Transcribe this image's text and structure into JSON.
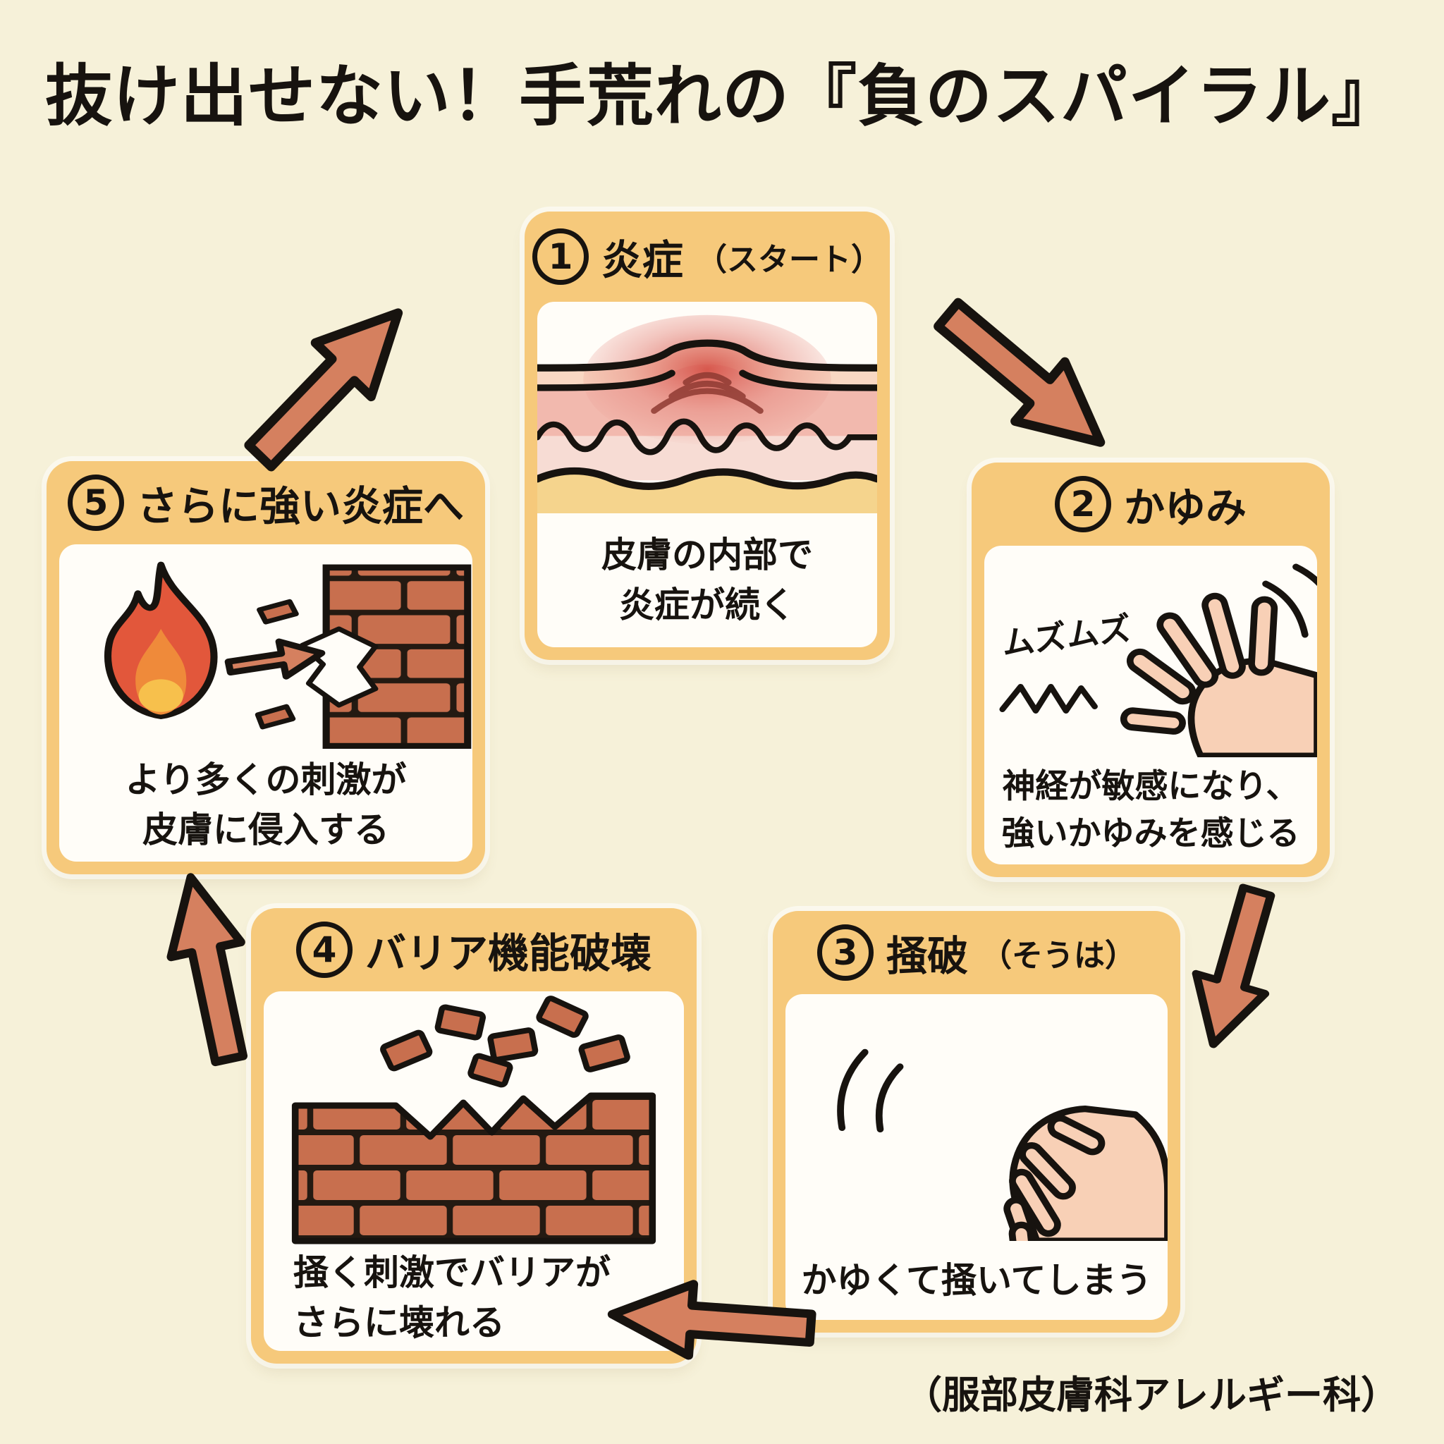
{
  "page": {
    "title": "抜け出せない！手荒れの『負のスパイラル』",
    "credit": "（服部皮膚科アレルギー科）"
  },
  "colors": {
    "background": "#f6f1d9",
    "card_accent": "#f6c97b",
    "card_body": "#fffdf8",
    "text": "#17130f",
    "arrow_fill": "#d5805f",
    "brick": "#c86f4e",
    "flame_outer": "#e2573b",
    "flame_mid": "#ef8a3a",
    "flame_core": "#f7c04c",
    "inflamed_red": "#d44d42",
    "skin_pink": "#f2b9ae",
    "skin_yellow": "#f5d48d"
  },
  "cards": [
    {
      "number": "1",
      "title": "炎症",
      "title_suffix": "（スタート）",
      "caption_lines": [
        "皮膚の内部で",
        "炎症が続く"
      ],
      "illustration": "inflamed-skin-cross-section"
    },
    {
      "number": "2",
      "title": "かゆみ",
      "title_suffix": "",
      "sfx": "ムズムズ",
      "caption_lines": [
        "神経が敏感になり、",
        "強いかゆみを感じる"
      ],
      "illustration": "itchy-hand"
    },
    {
      "number": "3",
      "title": "掻破",
      "title_suffix": "（そうは）",
      "caption_lines": [
        "かゆくて掻いてしまう"
      ],
      "illustration": "scratching-hand"
    },
    {
      "number": "4",
      "title": "バリア機能破壊",
      "title_suffix": "",
      "caption_lines": [
        "掻く刺激でバリアが",
        "さらに壊れる"
      ],
      "illustration": "crumbling-brick-wall"
    },
    {
      "number": "5",
      "title": "さらに強い炎症へ",
      "title_suffix": "",
      "caption_lines": [
        "より多くの刺激が",
        "皮膚に侵入する"
      ],
      "illustration": "fire-breaching-wall"
    }
  ],
  "arrows": [
    {
      "from": "step-5",
      "to": "step-1"
    },
    {
      "from": "step-1",
      "to": "step-2"
    },
    {
      "from": "step-2",
      "to": "step-3"
    },
    {
      "from": "step-3",
      "to": "step-4"
    },
    {
      "from": "step-4",
      "to": "step-5"
    }
  ]
}
